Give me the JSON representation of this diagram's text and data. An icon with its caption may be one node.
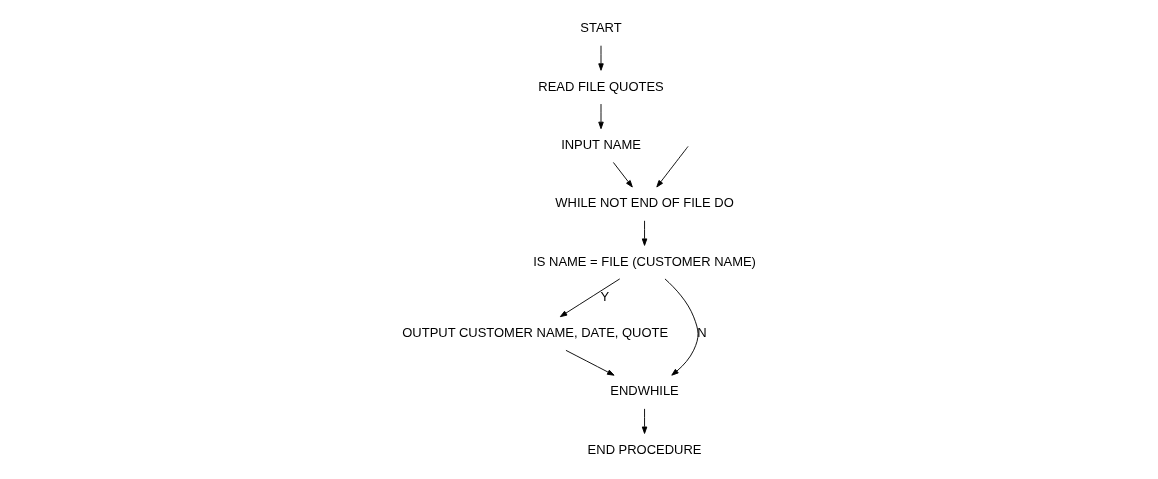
{
  "diagram": {
    "nodes": [
      {
        "text": [
          "START"
        ]
      },
      {
        "text": [
          "READ FILE QUOTES"
        ]
      },
      {
        "text": [
          "INPUT NAME"
        ]
      },
      {
        "text": [
          "WHILE NOT END OF FILE DO"
        ]
      },
      {
        "text": [
          "IS NAME = FILE (CUSTOMER NAME)"
        ]
      },
      {
        "text": [
          "OUTPUT CUSTOMER NAME, DATE, QUOTE"
        ]
      },
      {
        "text": [
          "ENDWHILE"
        ]
      },
      {
        "text": [
          "END PROCEDURE"
        ]
      }
    ],
    "edges": [
      {
        "from": 0,
        "to": 1,
        "arrow": "to"
      },
      {
        "from": 1,
        "to": 2,
        "arrow": "to"
      },
      {
        "from": 2,
        "to": 3,
        "arrow": "to"
      },
      {
        "from": 3,
        "to": 4,
        "arrow": "to"
      },
      {
        "from": 4,
        "to": 5,
        "arrow": "to",
        "label": "Y"
      },
      {
        "from": 4,
        "to": 6,
        "arrow": "to",
        "label": "N"
      },
      {
        "from": 5,
        "to": 6,
        "arrow": "to"
      },
      {
        "from": null,
        "to": 3,
        "arrow": "to"
      },
      {
        "from": 6,
        "to": 7,
        "arrow": "to"
      }
    ]
  }
}
